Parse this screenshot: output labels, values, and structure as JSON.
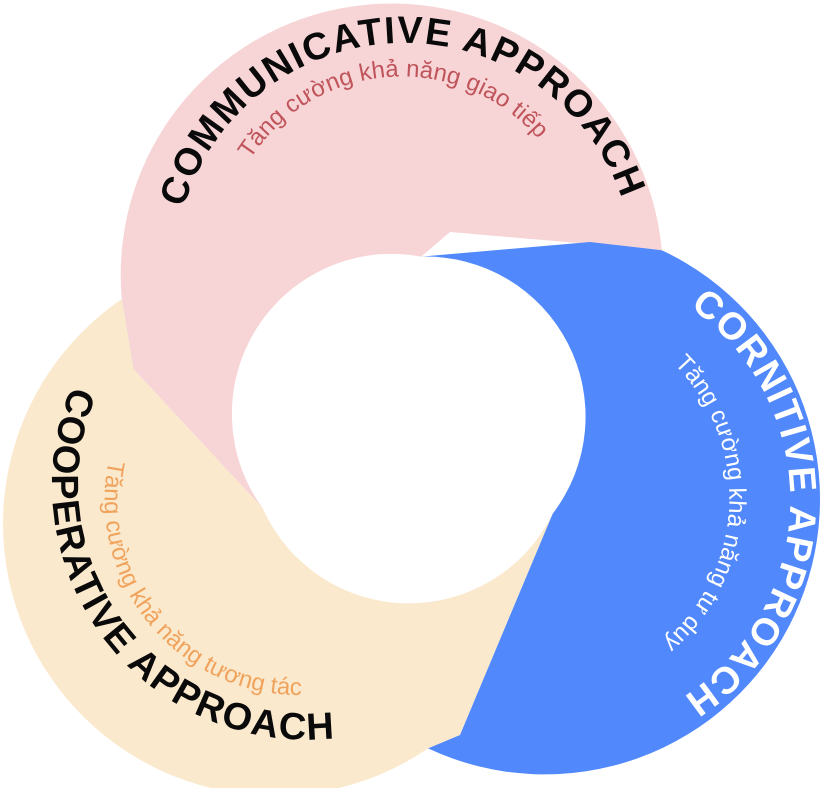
{
  "colors": {
    "background": "#ffffff",
    "communicative_fill": "#f7d5d7",
    "cornitive_fill": "#5189fd",
    "cooperative_fill": "#fbe9cd",
    "dark_text": "#0a0a0a",
    "communicative_sub_text": "#c0545b",
    "cornitive_title_text": "#ffffff",
    "cornitive_sub_text": "#ffffff",
    "cooperative_sub_text": "#f0a35c"
  },
  "approaches": [
    {
      "id": "communicative",
      "title": "COMMUNICATIVE APPROACH",
      "subtitle": "Tăng cường khả năng giao tiếp"
    },
    {
      "id": "cornitive",
      "title": "CORNITIVE APPROACH",
      "subtitle": "Tăng cường khả năng tư duy"
    },
    {
      "id": "cooperative",
      "title": "COOPERATIVE APPROACH",
      "subtitle": "Tăng cường khả năng tương tác"
    }
  ]
}
